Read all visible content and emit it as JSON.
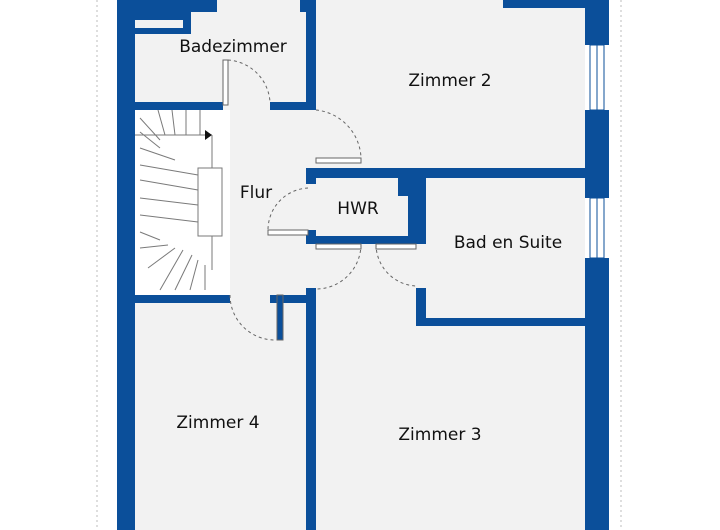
{
  "rooms": {
    "badezimmer": "Badezimmer",
    "zimmer2": "Zimmer 2",
    "flur": "Flur",
    "hwr": "HWR",
    "bad_en_suite": "Bad en Suite",
    "zimmer4": "Zimmer 4",
    "zimmer3": "Zimmer 3"
  },
  "colors": {
    "wall": "#0b4f9a",
    "floor": "#f2f2f2",
    "window": "#ffffff"
  }
}
